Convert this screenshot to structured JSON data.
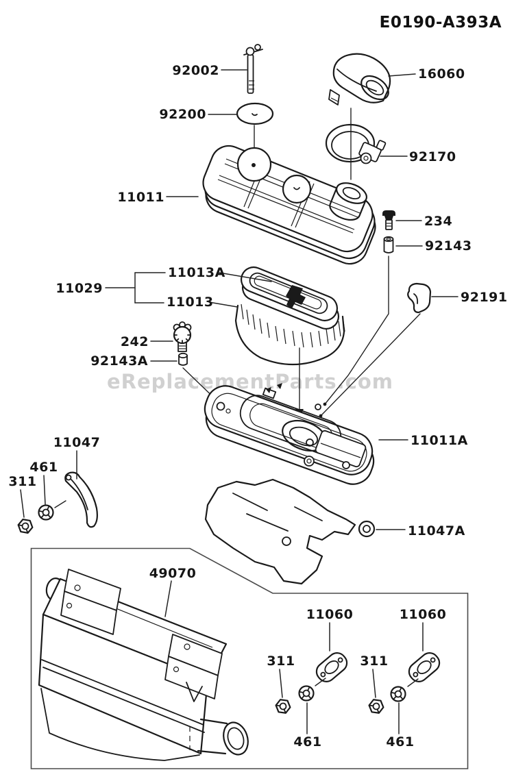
{
  "header": {
    "title": "E0190-A393A"
  },
  "watermark": {
    "text": "eReplacementParts.com"
  },
  "colors": {
    "ink": "#1a1a1a",
    "watermark": "#cbcbcb",
    "background": "#ffffff"
  },
  "labels": {
    "l92002": "92002",
    "l92200": "92200",
    "l16060": "16060",
    "l92170": "92170",
    "l11011": "11011",
    "l234": "234",
    "l92143": "92143",
    "l11029": "11029",
    "l11013a": "11013A",
    "l11013": "11013",
    "l92191": "92191",
    "l242": "242",
    "l92143a": "92143A",
    "l11011a": "11011A",
    "l11047": "11047",
    "l461_left": "461",
    "l311_left": "311",
    "l11047a": "11047A",
    "l49070": "49070",
    "l11060_a": "11060",
    "l11060_b": "11060",
    "l311_a": "311",
    "l311_b": "311",
    "l461_a": "461",
    "l461_b": "461"
  }
}
